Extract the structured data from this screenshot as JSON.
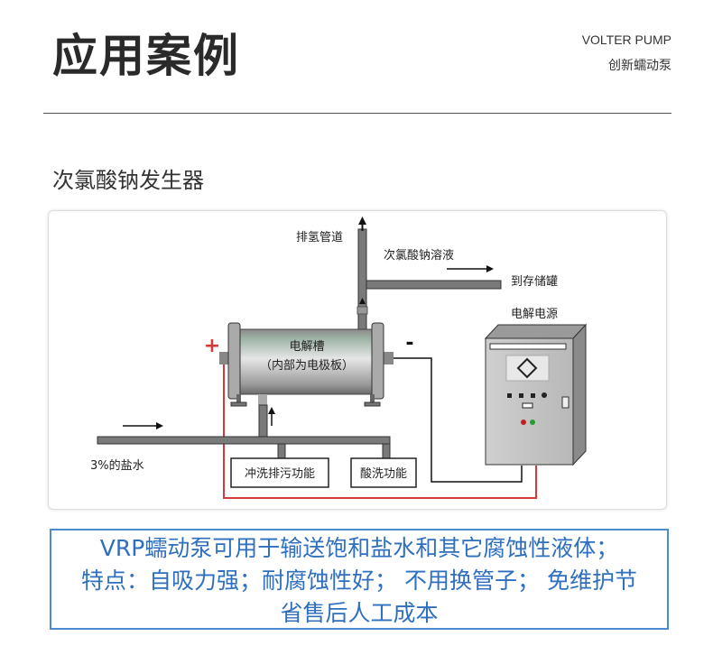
{
  "header": {
    "title": "应用案例",
    "brand_en": "VOLTER PUMP",
    "brand_cn": "创新蠕动泵"
  },
  "section": {
    "subtitle": "次氯酸钠发生器"
  },
  "diagram": {
    "hydrogen_pipe": "排氢管道",
    "hypochlorite_solution": "次氯酸钠溶液",
    "to_tank": "到存储罐",
    "power_supply": "电解电源",
    "cell": "电解槽",
    "cell_note": "（内部为电极板）",
    "plus": "+",
    "minus": "-",
    "brine": "3%的盐水",
    "flush": "冲洗排污功能",
    "acid_wash": "酸洗功能"
  },
  "note": {
    "line1": "VRP蠕动泵可用于输送饱和盐水和其它腐蚀性液体；",
    "line2": "特点：自吸力强；耐腐蚀性好； 不用换管子； 免维护节",
    "line3": "省售后人工成本"
  },
  "colors": {
    "accent_blue": "#2f6fbf",
    "wire_red": "#d43a3a"
  }
}
